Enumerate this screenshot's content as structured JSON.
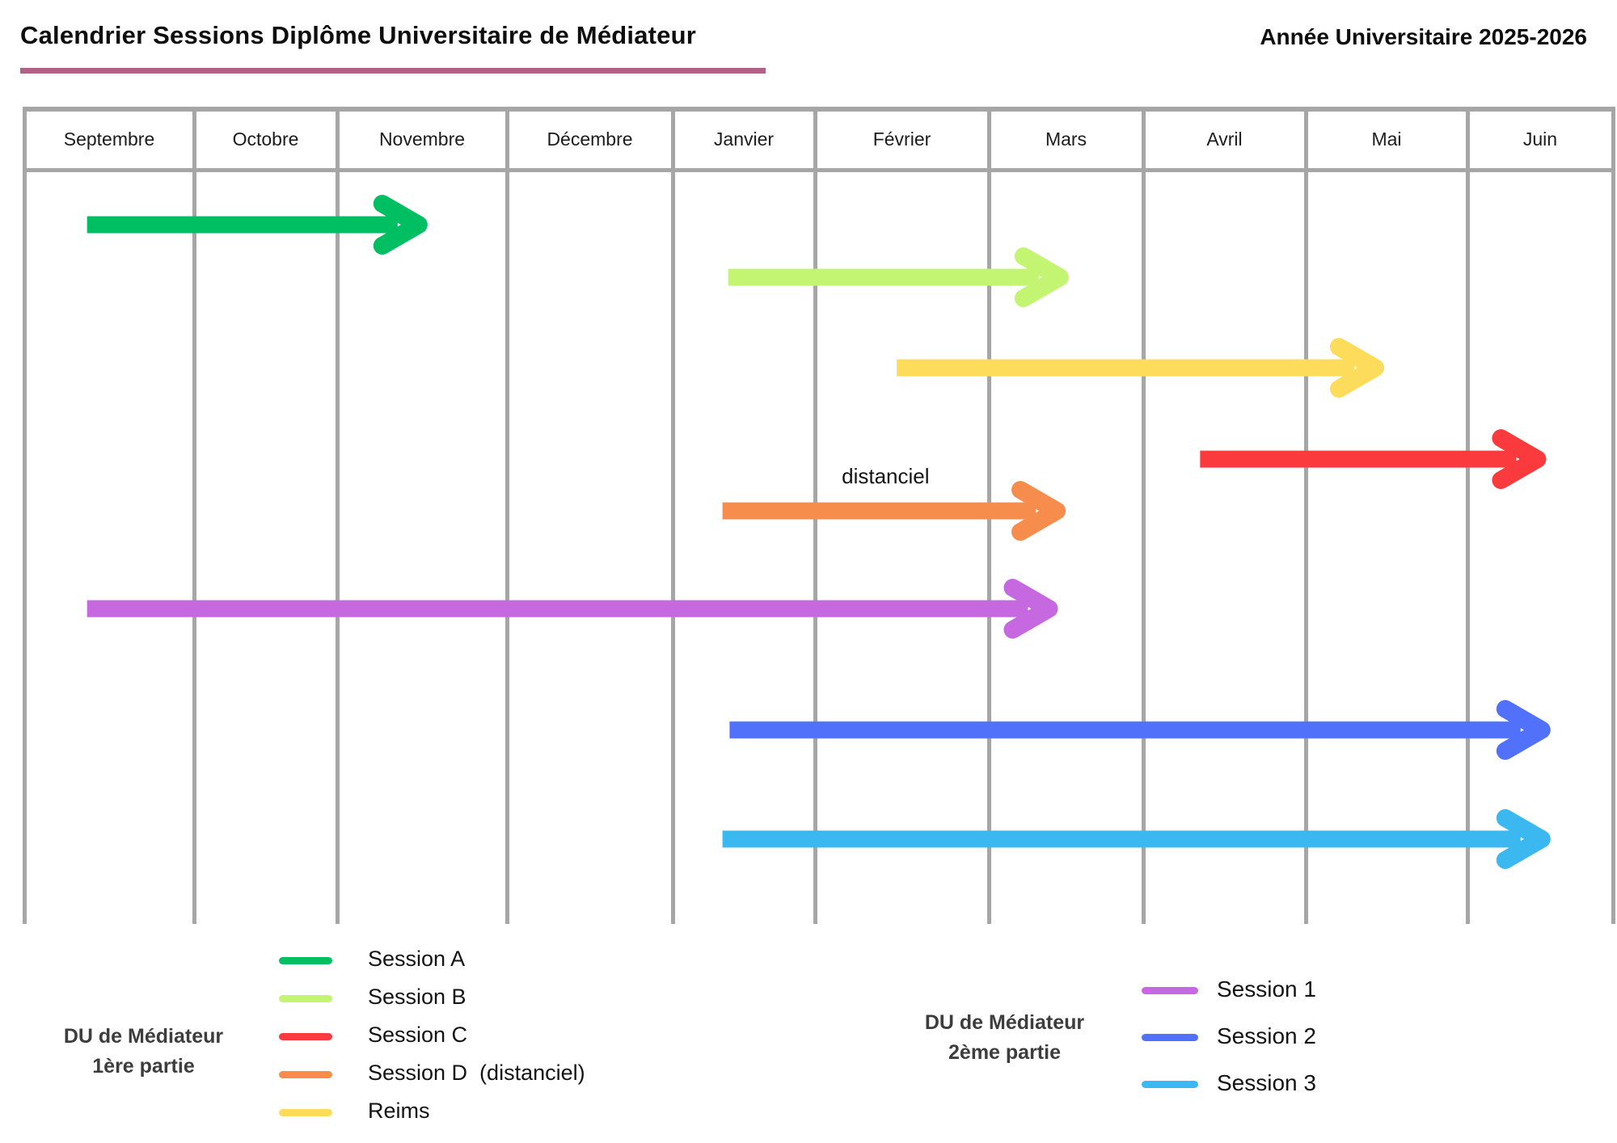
{
  "header": {
    "title": "Calendrier Sessions Diplôme Universitaire de Médiateur",
    "year": "Année Universitaire 2025-2026",
    "underline_color": "#b06186"
  },
  "months": [
    "Septembre",
    "Octobre",
    "Novembre",
    "Décembre",
    "Janvier",
    "Février",
    "Mars",
    "Avril",
    "Mai",
    "Juin"
  ],
  "grid_color": "#a6a6a6",
  "chart_data": {
    "type": "gantt",
    "title": "Calendrier Sessions Diplôme Universitaire de Médiateur",
    "period": "Année Universitaire 2025-2026",
    "x_categories": [
      "Septembre",
      "Octobre",
      "Novembre",
      "Décembre",
      "Janvier",
      "Février",
      "Mars",
      "Avril",
      "Mai",
      "Juin"
    ],
    "x_unit": "months (0 = début septembre, 10 = fin juin)",
    "rows": [
      {
        "label": "Session A",
        "group": "DU de Médiateur 1ère partie",
        "color": "#00bf63",
        "start": 0.37,
        "end": 2.48
      },
      {
        "label": "Session B",
        "group": "DU de Médiateur 1ère partie",
        "color": "#c3f573",
        "start": 4.39,
        "end": 6.46
      },
      {
        "label": "Reims",
        "group": "DU de Médiateur 1ère partie",
        "color": "#fddc5c",
        "start": 5.47,
        "end": 8.43
      },
      {
        "label": "Session C",
        "group": "DU de Médiateur 1ère partie",
        "color": "#fa3a3c",
        "start": 7.35,
        "end": 9.48
      },
      {
        "label": "Session D (distanciel)",
        "group": "DU de Médiateur 1ère partie",
        "color": "#f78d4d",
        "start": 4.35,
        "end": 6.44,
        "annotation": "distanciel"
      },
      {
        "label": "Session 1",
        "group": "DU de Médiateur 2ème partie",
        "color": "#c668e0",
        "start": 0.37,
        "end": 6.39
      },
      {
        "label": "Session 2",
        "group": "DU de Médiateur 2ème partie",
        "color": "#5271fa",
        "start": 4.4,
        "end": 9.51
      },
      {
        "label": "Session 3",
        "group": "DU de Médiateur 2ème partie",
        "color": "#3cb8f0",
        "start": 4.35,
        "end": 9.51
      }
    ]
  },
  "legend_left": {
    "title_line1": "DU de Médiateur",
    "title_line2": "1ère partie",
    "items": [
      {
        "label": "Session A",
        "color": "#00bf63"
      },
      {
        "label": "Session B",
        "color": "#c3f573"
      },
      {
        "label": "Session C",
        "color": "#fa3a3c"
      },
      {
        "label": "Session D  (distanciel)",
        "color": "#f78d4d"
      },
      {
        "label": "Reims",
        "color": "#fddc5c"
      }
    ]
  },
  "legend_right": {
    "title_line1": "DU de Médiateur",
    "title_line2": "2ème partie",
    "items": [
      {
        "label": "Session 1",
        "color": "#c668e0"
      },
      {
        "label": "Session 2",
        "color": "#5271fa"
      },
      {
        "label": "Session 3",
        "color": "#3cb8f0"
      }
    ]
  }
}
